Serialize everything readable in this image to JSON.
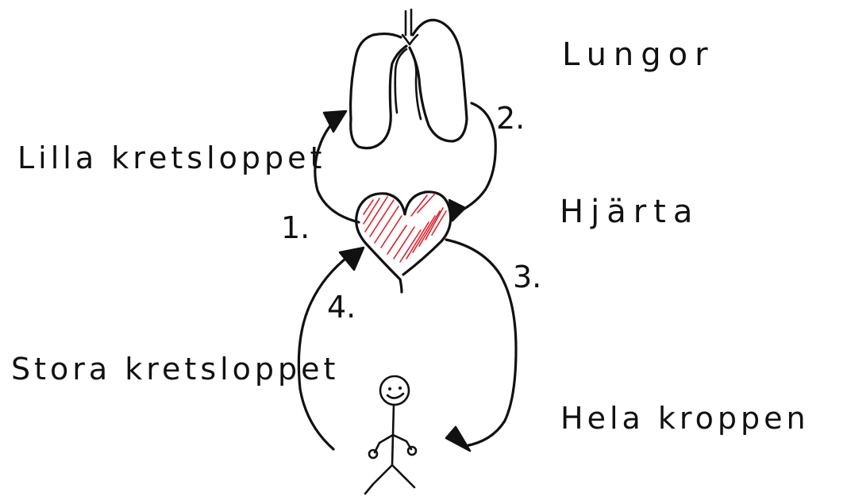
{
  "labels": {
    "lungs": "Lungor",
    "heart": "Hjärta",
    "body": "Hela kroppen",
    "pulmonary_circuit": "Lilla kretsloppet",
    "systemic_circuit": "Stora kretsloppet"
  },
  "steps": {
    "step1": "1.",
    "step2": "2.",
    "step3": "3.",
    "step4": "4."
  },
  "colors": {
    "ink": "#111111",
    "heart_hatch": "#e0202a",
    "background": "#ffffff"
  }
}
